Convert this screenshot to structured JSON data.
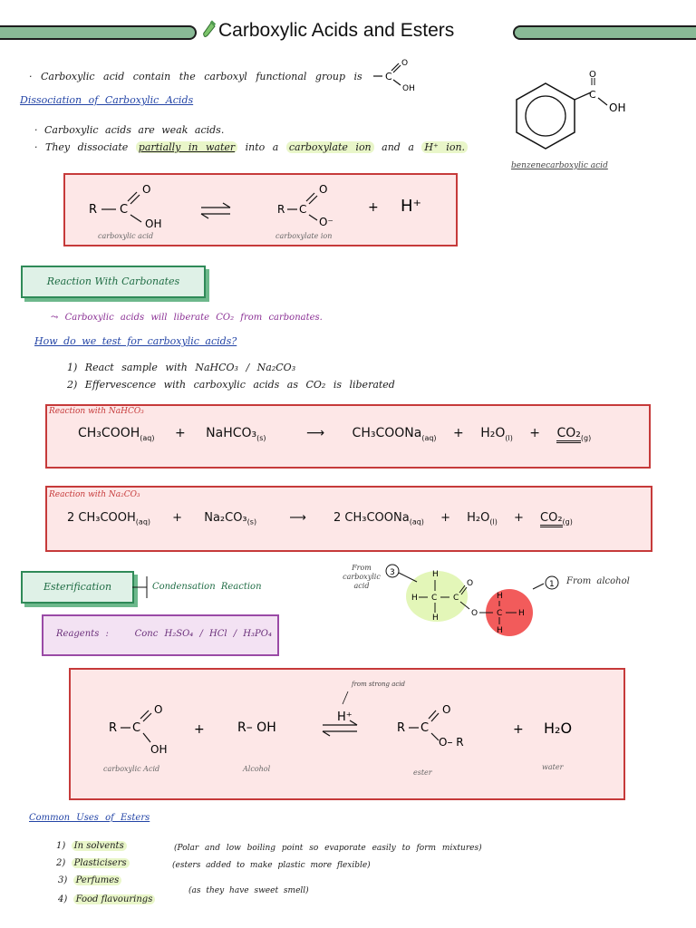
{
  "header": {
    "title": "Carboxylic Acids and Esters",
    "accent": "#89ba96",
    "icon": "test-tube-icon"
  },
  "intro": {
    "text": "Carboxylic acid contain the carboxyl functional group is",
    "group_c": "C",
    "group_o": "O",
    "group_oh": "OH"
  },
  "benzene": {
    "caption": "benzenecarboxylic acid",
    "o_label": "O",
    "oh_label": "OH",
    "c_label": "C"
  },
  "dissociation": {
    "heading": "Dissociation of Carboxylic Acids",
    "b1": "Carboxylic acids are weak acids.",
    "b2_a": "They dissociate",
    "b2_partial": "partially in water",
    "b2_b": "into a",
    "b2_ion": "carboxylate ion",
    "b2_c": "and a",
    "b2_h": "H⁺ ion.",
    "eq": {
      "r": "R",
      "c": "C",
      "o": "O",
      "oh": "OH",
      "om": "O⁻",
      "plus": "+",
      "h": "H⁺",
      "lbl1": "carboxylic acid",
      "lbl2": "carboxylate ion"
    }
  },
  "carbonates": {
    "heading": "Reaction With Carbonates",
    "note": "Carboxylic acids will liberate CO₂ from carbonates.",
    "test_q": "How do we test for carboxylic acids?",
    "step1": "1)  React sample with NaHCO₃ / Na₂CO₃",
    "step2": "2)  Effervescence with carboxylic acids as CO₂ is liberated",
    "eq1_label": "Reaction with NaHCO₃",
    "eq1": {
      "r1": "CH₃COOH",
      "r1s": "(aq)",
      "plus": "+",
      "r2": "NaHCO₃",
      "r2s": "(s)",
      "arrow": "⟶",
      "p1": "CH₃COONa",
      "p1s": "(aq)",
      "p2": "H₂O",
      "p2s": "(l)",
      "p3": "CO₂",
      "p3s": "(g)"
    },
    "eq2_label": "Reaction with Na₂CO₃",
    "eq2": {
      "r1": "2 CH₃COOH",
      "r1s": "(aq)",
      "plus": "+",
      "r2": "Na₂CO₃",
      "r2s": "(s)",
      "arrow": "⟶",
      "p1": "2 CH₃COONa",
      "p1s": "(aq)",
      "p2": "H₂O",
      "p2s": "(l)",
      "p3": "CO₂",
      "p3s": "(g)"
    }
  },
  "esterification": {
    "heading": "Esterification",
    "type": "Condensation Reaction",
    "reagents_label": "Reagents :",
    "reagents": "Conc H₂SO₄ / HCl / H₃PO₄",
    "from_acid": "From carboxylic acid",
    "from_alcohol": "From alcohol",
    "n3": "3",
    "n1": "1",
    "mol": {
      "h": "H",
      "c": "C",
      "o": "O"
    },
    "eq": {
      "r": "R",
      "c": "C",
      "o": "O",
      "oh": "OH",
      "plus": "+",
      "alcohol": "R– OH",
      "cat": "H⁺",
      "catnote": "from strong acid",
      "or": "O– R",
      "water": "H₂O",
      "lbl1": "carboxylic Acid",
      "lbl2": "Alcohol",
      "lbl3": "ester",
      "lbl4": "water"
    }
  },
  "uses": {
    "heading": "Common Uses of Esters",
    "items": [
      {
        "num": "1)",
        "label": "In solvents",
        "note": "(Polar and low boiling point so evaporate easily to form mixtures)"
      },
      {
        "num": "2)",
        "label": "Plasticisers",
        "note": "(esters added to make plastic more flexible)"
      },
      {
        "num": "3)",
        "label": "Perfumes",
        "note": "(as they have sweet smell)"
      },
      {
        "num": "4)",
        "label": "Food flavourings",
        "note": ""
      }
    ]
  }
}
